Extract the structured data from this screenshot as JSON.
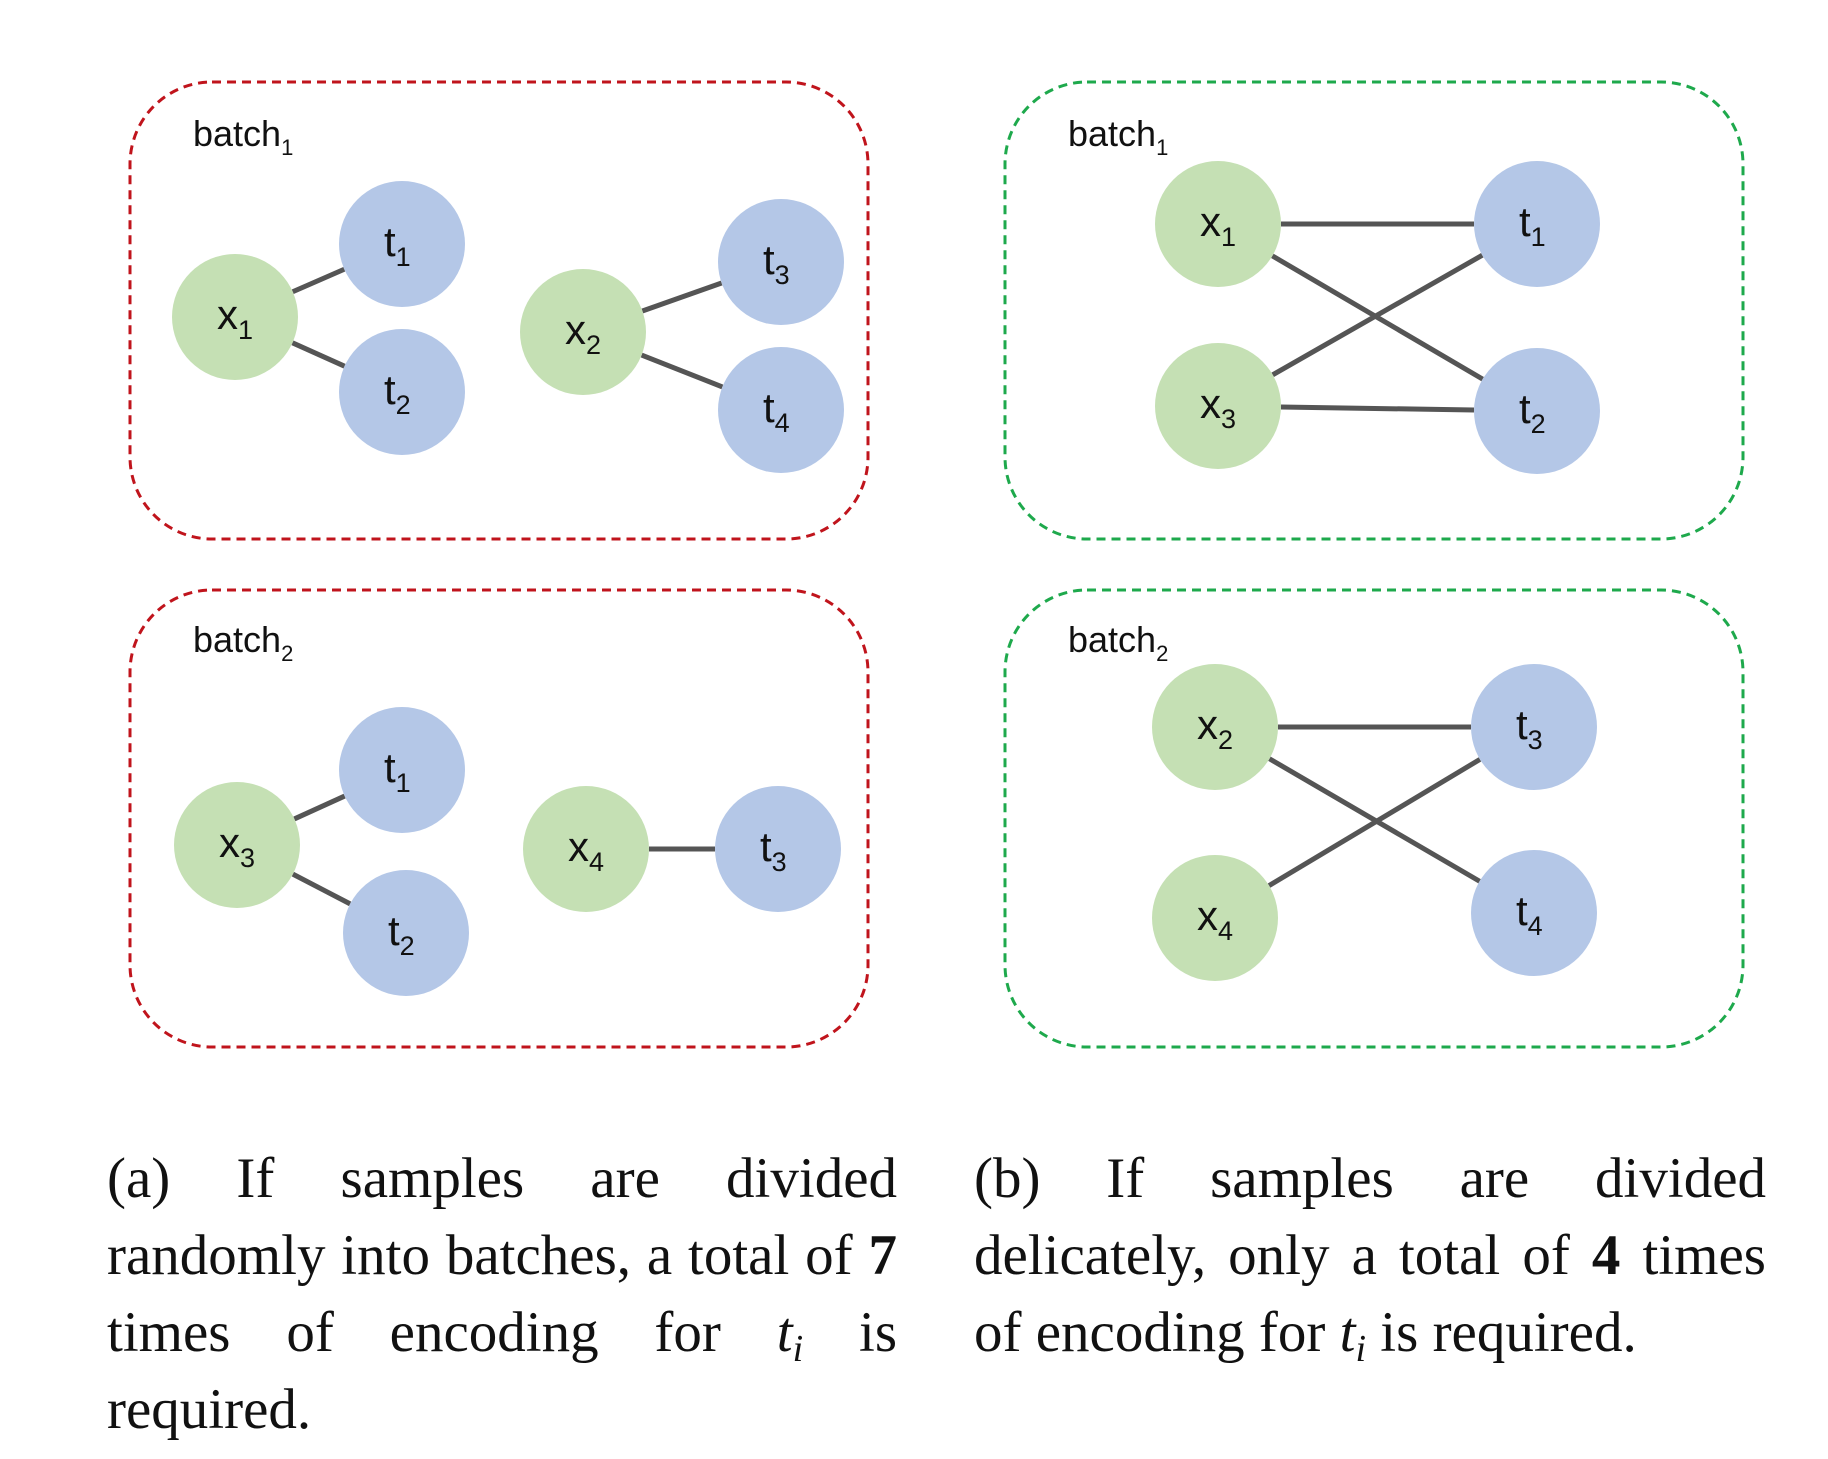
{
  "panels": [
    {
      "id": "a",
      "border_color": "#c0141c",
      "batches": [
        {
          "label": "batch",
          "sub": "1",
          "nodes": [
            {
              "id": "x1",
              "letter": "x",
              "sub": "1",
              "kind": "x"
            },
            {
              "id": "t1",
              "letter": "t",
              "sub": "1",
              "kind": "t"
            },
            {
              "id": "t2",
              "letter": "t",
              "sub": "2",
              "kind": "t"
            },
            {
              "id": "x2",
              "letter": "x",
              "sub": "2",
              "kind": "x"
            },
            {
              "id": "t3",
              "letter": "t",
              "sub": "3",
              "kind": "t"
            },
            {
              "id": "t4",
              "letter": "t",
              "sub": "4",
              "kind": "t"
            }
          ],
          "edges": [
            [
              "x1",
              "t1"
            ],
            [
              "x1",
              "t2"
            ],
            [
              "x2",
              "t3"
            ],
            [
              "x2",
              "t4"
            ]
          ]
        },
        {
          "label": "batch",
          "sub": "2",
          "nodes": [
            {
              "id": "x3",
              "letter": "x",
              "sub": "3",
              "kind": "x"
            },
            {
              "id": "t1",
              "letter": "t",
              "sub": "1",
              "kind": "t"
            },
            {
              "id": "t2",
              "letter": "t",
              "sub": "2",
              "kind": "t"
            },
            {
              "id": "x4",
              "letter": "x",
              "sub": "4",
              "kind": "x"
            },
            {
              "id": "t3",
              "letter": "t",
              "sub": "3",
              "kind": "t"
            }
          ],
          "edges": [
            [
              "x3",
              "t1"
            ],
            [
              "x3",
              "t2"
            ],
            [
              "x4",
              "t3"
            ]
          ]
        }
      ]
    },
    {
      "id": "b",
      "border_color": "#1ea94c",
      "batches": [
        {
          "label": "batch",
          "sub": "1",
          "nodes": [
            {
              "id": "x1",
              "letter": "x",
              "sub": "1",
              "kind": "x"
            },
            {
              "id": "x3",
              "letter": "x",
              "sub": "3",
              "kind": "x"
            },
            {
              "id": "t1",
              "letter": "t",
              "sub": "1",
              "kind": "t"
            },
            {
              "id": "t2",
              "letter": "t",
              "sub": "2",
              "kind": "t"
            }
          ],
          "edges": [
            [
              "x1",
              "t1"
            ],
            [
              "x1",
              "t2"
            ],
            [
              "x3",
              "t1"
            ],
            [
              "x3",
              "t2"
            ]
          ]
        },
        {
          "label": "batch",
          "sub": "2",
          "nodes": [
            {
              "id": "x2",
              "letter": "x",
              "sub": "2",
              "kind": "x"
            },
            {
              "id": "x4",
              "letter": "x",
              "sub": "4",
              "kind": "x"
            },
            {
              "id": "t3",
              "letter": "t",
              "sub": "3",
              "kind": "t"
            },
            {
              "id": "t4",
              "letter": "t",
              "sub": "4",
              "kind": "t"
            }
          ],
          "edges": [
            [
              "x2",
              "t3"
            ],
            [
              "x2",
              "t4"
            ],
            [
              "x4",
              "t3"
            ]
          ]
        }
      ]
    }
  ],
  "colors": {
    "x_node": "#c5e0b4",
    "t_node": "#b4c7e7",
    "edge": "#555555"
  },
  "captions": {
    "a": {
      "pre": "(a) If samples are divided randomly into batches, a total of ",
      "bold": "7",
      "mid": " times of encoding for ",
      "math": "t",
      "math_sub": "i",
      "post": " is required."
    },
    "b": {
      "pre": "(b) If samples are divided delicately, only a total of ",
      "bold": "4",
      "mid": " times of encoding for ",
      "math": "t",
      "math_sub": "i",
      "post": " is required."
    }
  }
}
